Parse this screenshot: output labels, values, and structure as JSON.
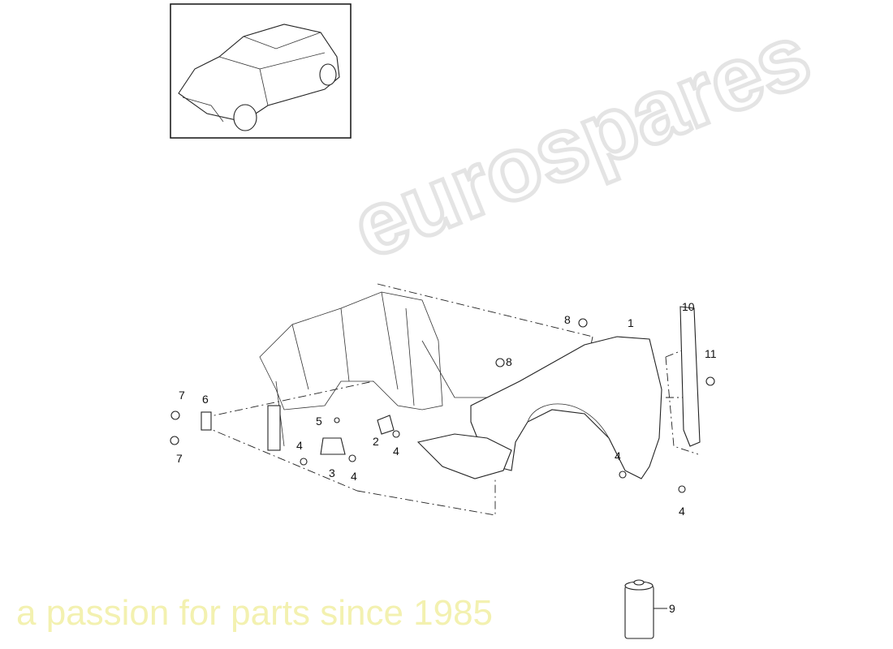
{
  "watermark": {
    "brand": "eurospares",
    "tagline": "a passion for parts since 1985"
  },
  "callouts": [
    {
      "id": "1",
      "text": "1"
    },
    {
      "id": "2",
      "text": "2"
    },
    {
      "id": "3",
      "text": "3"
    },
    {
      "id": "4a",
      "text": "4"
    },
    {
      "id": "4b",
      "text": "4"
    },
    {
      "id": "4c",
      "text": "4"
    },
    {
      "id": "4d",
      "text": "4"
    },
    {
      "id": "4e",
      "text": "4"
    },
    {
      "id": "5",
      "text": "5"
    },
    {
      "id": "6",
      "text": "6"
    },
    {
      "id": "7a",
      "text": "7"
    },
    {
      "id": "7b",
      "text": "7"
    },
    {
      "id": "8a",
      "text": "8"
    },
    {
      "id": "8b",
      "text": "8"
    },
    {
      "id": "9",
      "text": "9"
    },
    {
      "id": "10",
      "text": "10"
    },
    {
      "id": "11",
      "text": "11"
    }
  ]
}
